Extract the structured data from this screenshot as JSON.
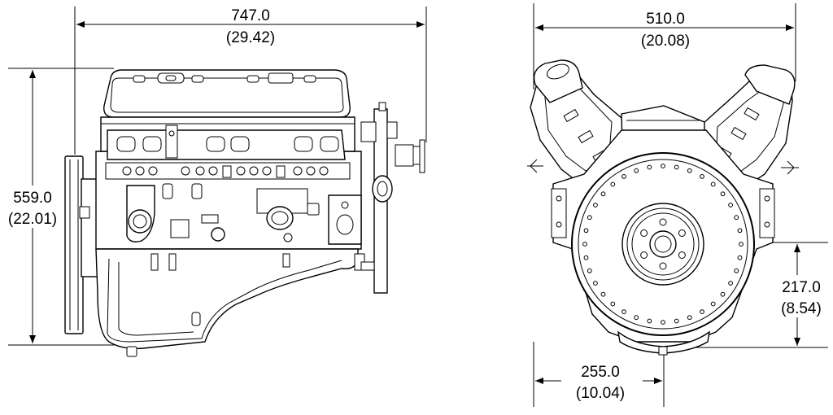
{
  "dimensions": {
    "side_length": {
      "mm": "747.0",
      "in": "(29.42)"
    },
    "side_height": {
      "mm": "559.0",
      "in": "(22.01)"
    },
    "front_width": {
      "mm": "510.0",
      "in": "(20.08)"
    },
    "crank_height": {
      "mm": "217.0",
      "in": "(8.54)"
    },
    "crank_offset": {
      "mm": "255.0",
      "in": "(10.04)"
    }
  },
  "colors": {
    "line": "#000000",
    "background": "#ffffff"
  }
}
